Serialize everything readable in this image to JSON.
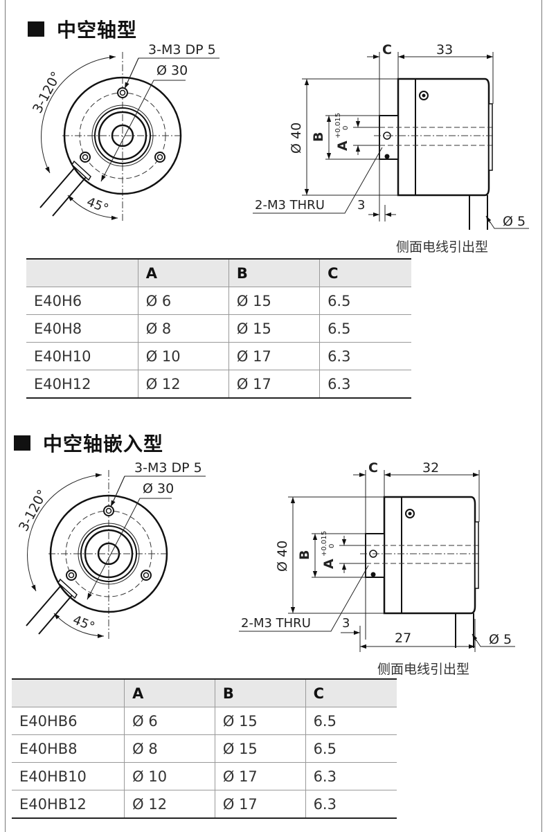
{
  "sections": [
    {
      "title": "中空轴型",
      "front": {
        "holes": "3-M3 DP 5",
        "pcd": "Ø 30",
        "angle": "3-120°",
        "cable_angle": "45°"
      },
      "side": {
        "c": "C",
        "length": "33",
        "dia": "Ø 40",
        "b": "B",
        "a": "A",
        "tol_upper": "+0.015",
        "tol_lower": "0",
        "thru": "2-M3 THRU",
        "hub": "3",
        "cable": "Ø 5",
        "extra": null
      },
      "caption": "侧面电线引出型",
      "table": {
        "headers": [
          "",
          "A",
          "B",
          "C"
        ],
        "rows": [
          [
            "E40H6",
            "Ø 6",
            "Ø 15",
            "6.5"
          ],
          [
            "E40H8",
            "Ø 8",
            "Ø 15",
            "6.5"
          ],
          [
            "E40H10",
            "Ø 10",
            "Ø 17",
            "6.3"
          ],
          [
            "E40H12",
            "Ø 12",
            "Ø 17",
            "6.3"
          ]
        ]
      }
    },
    {
      "title": "中空轴嵌入型",
      "front": {
        "holes": "3-M3 DP 5",
        "pcd": "Ø 30",
        "angle": "3-120°",
        "cable_angle": "45°"
      },
      "side": {
        "c": "C",
        "length": "32",
        "dia": "Ø 40",
        "b": "B",
        "a": "A",
        "tol_upper": "+0.015",
        "tol_lower": "0",
        "thru": "2-M3 THRU",
        "hub": "3",
        "cable": "Ø 5",
        "extra": "27"
      },
      "caption": "侧面电线引出型",
      "table": {
        "headers": [
          "",
          "A",
          "B",
          "C"
        ],
        "rows": [
          [
            "E40HB6",
            "Ø 6",
            "Ø 15",
            "6.5"
          ],
          [
            "E40HB8",
            "Ø 8",
            "Ø 15",
            "6.5"
          ],
          [
            "E40HB10",
            "Ø 10",
            "Ø 17",
            "6.3"
          ],
          [
            "E40HB12",
            "Ø 12",
            "Ø 17",
            "6.3"
          ]
        ]
      }
    }
  ]
}
